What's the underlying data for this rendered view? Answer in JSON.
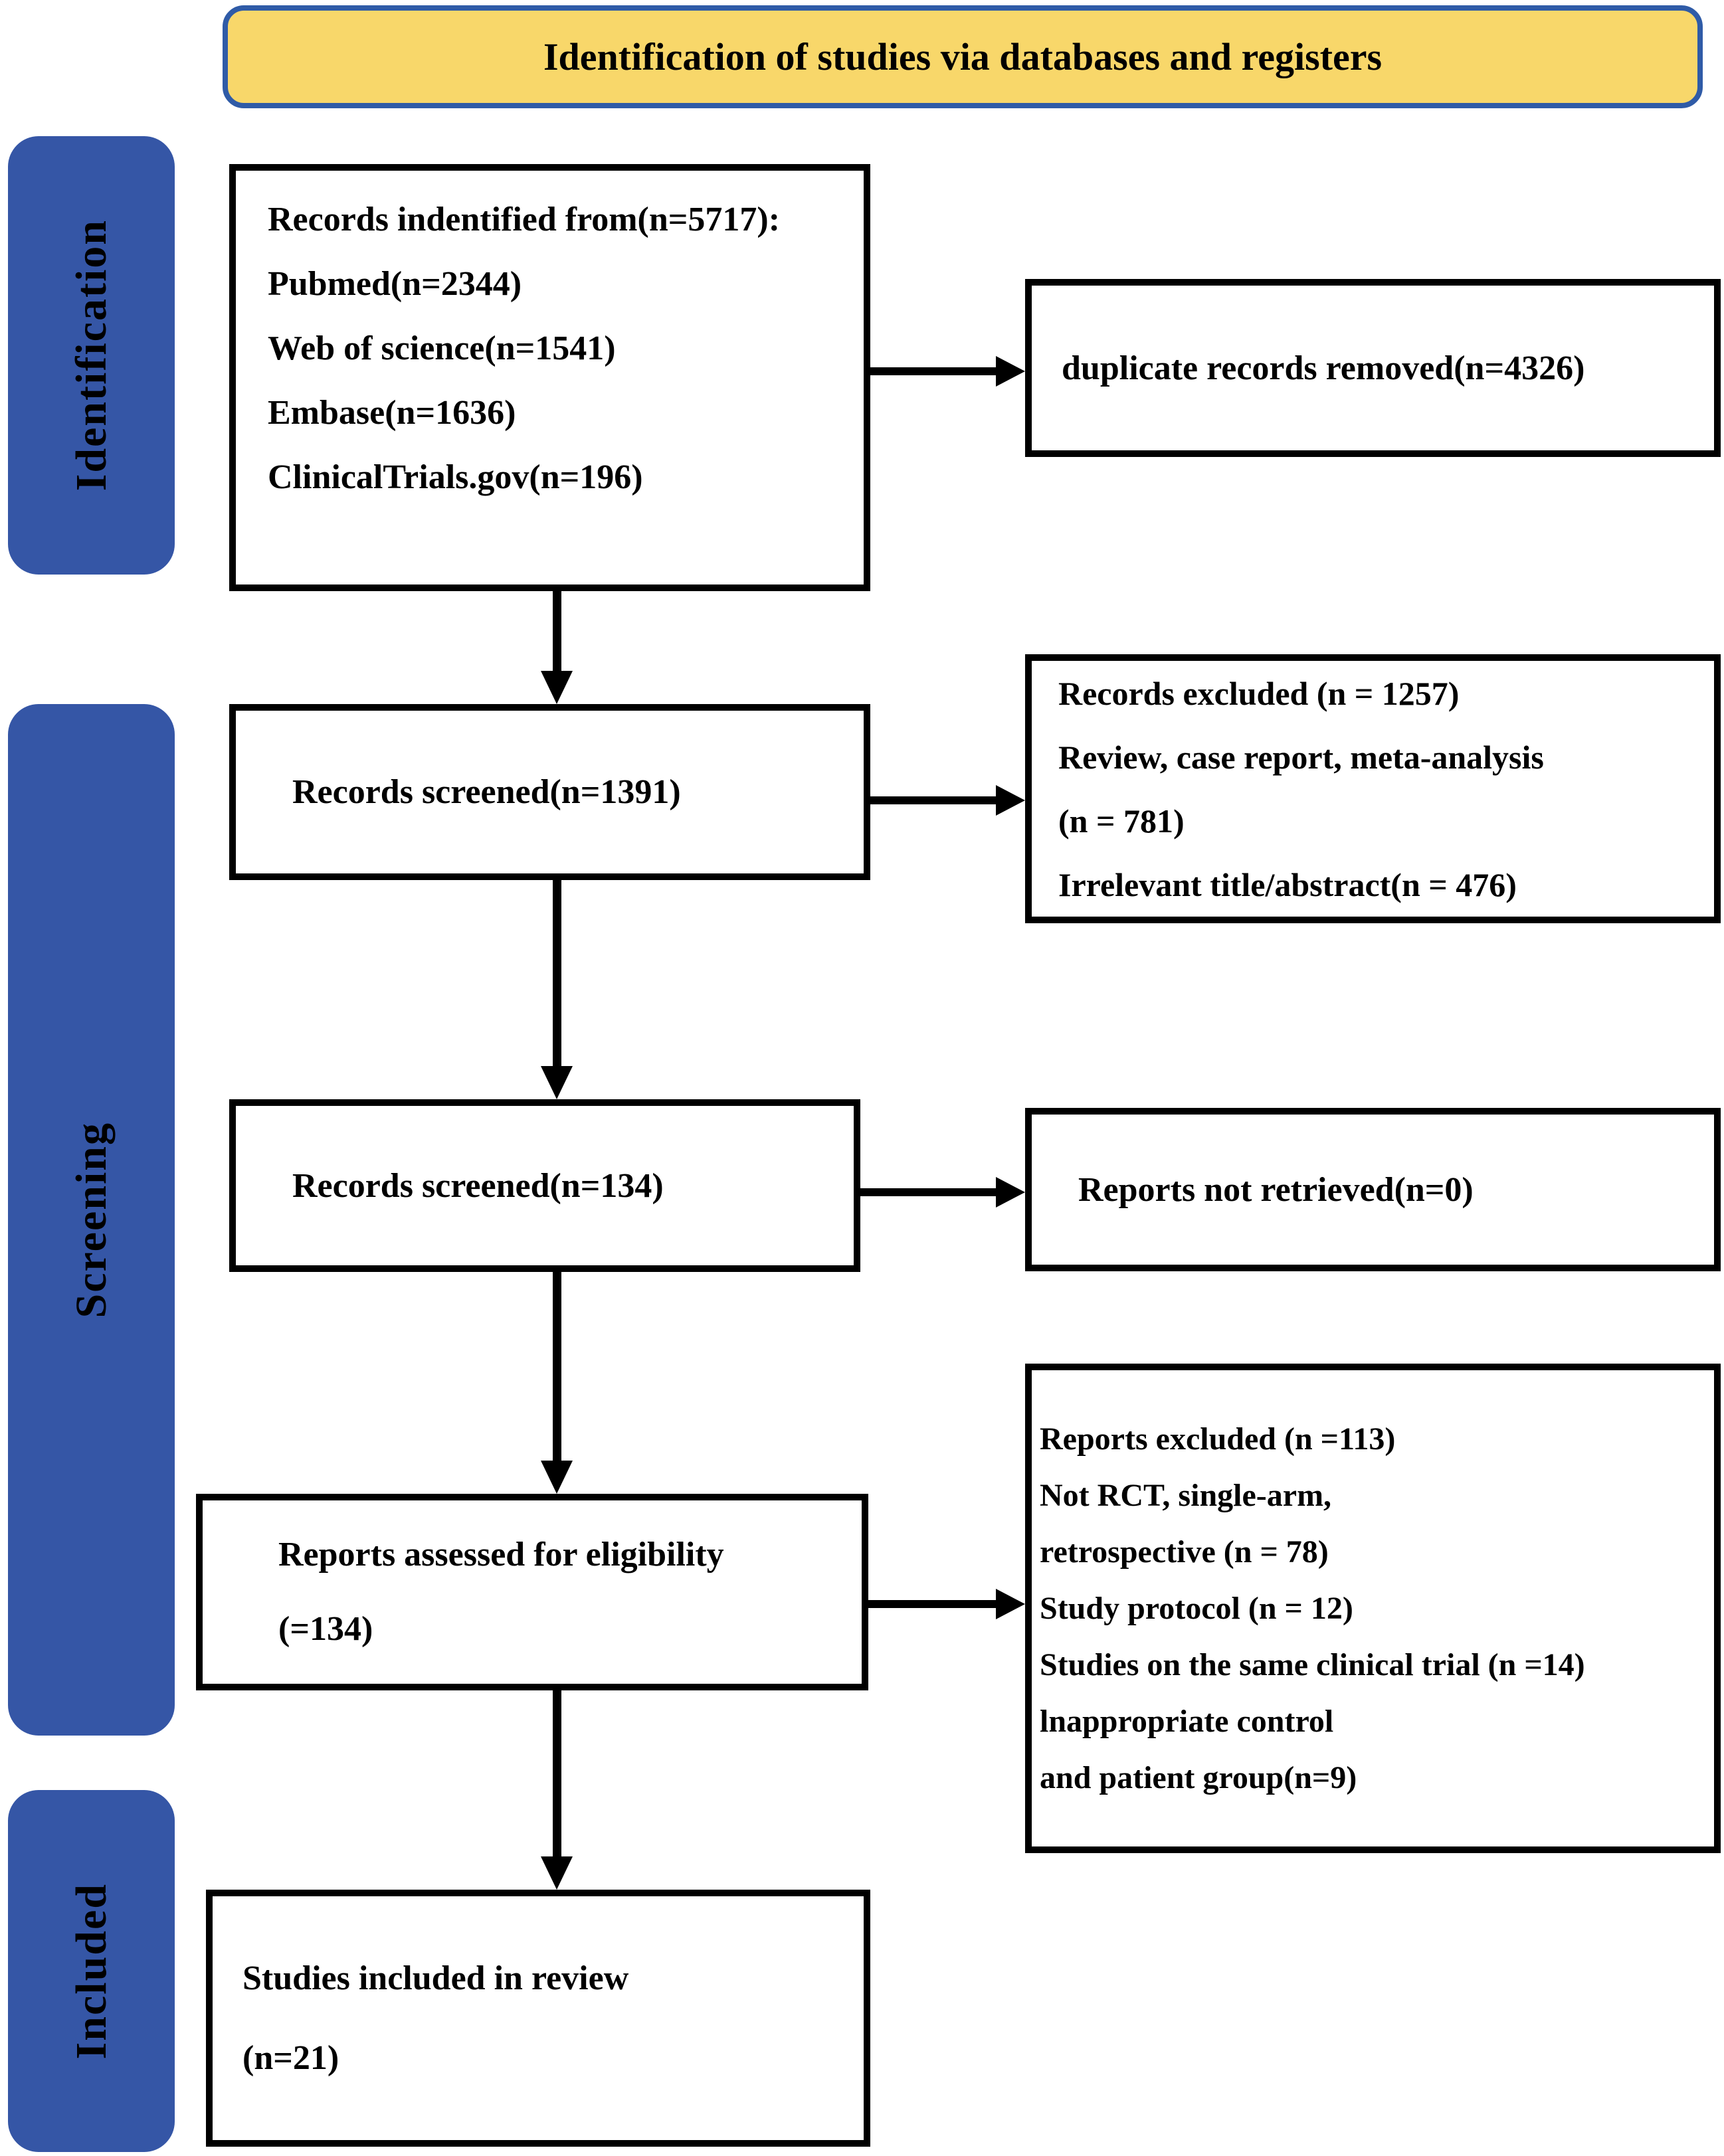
{
  "banner": {
    "title": "Identification of studies via databases and registers"
  },
  "stages": [
    {
      "label": "Identification"
    },
    {
      "label": "Screening"
    },
    {
      "label": "Included"
    }
  ],
  "colors": {
    "stage_bar_blue": "#3556A6",
    "banner_yellow": "#F8D76A",
    "banner_border_blue": "#2F5BA7",
    "box_border_black": "#000000"
  },
  "boxes": {
    "identified": {
      "lines": [
        "Records indentified from(n=5717):",
        "Pubmed(n=2344)",
        "Web of science(n=1541)",
        "Embase(n=1636)",
        "ClinicalTrials.gov(n=196)"
      ]
    },
    "duplicates_removed": {
      "lines": [
        "duplicate records removed(n=4326)"
      ]
    },
    "screened_1391": {
      "lines": [
        "Records screened(n=1391)"
      ]
    },
    "records_excluded": {
      "lines": [
        "Records excluded (n = 1257)",
        "Review, case report, meta-analysis",
        "(n = 781)",
        "Irrelevant title/abstract(n = 476)"
      ]
    },
    "screened_134": {
      "lines": [
        "Records screened(n=134)"
      ]
    },
    "reports_not_retrieved": {
      "lines": [
        "Reports not retrieved(n=0)"
      ]
    },
    "assessed_for_eligibility": {
      "lines": [
        "Reports assessed for eligibility",
        "(=134)"
      ]
    },
    "reports_excluded": {
      "lines": [
        "Reports excluded (n =113)",
        "Not RCT, single-arm,",
        "retrospective (n = 78)",
        "Study protocol (n = 12)",
        "Studies on the same clinical trial (n =14)",
        "lnappropriate control",
        "and patient group(n=9)"
      ]
    },
    "included_in_review": {
      "lines": [
        "Studies included in review",
        "(n=21)"
      ]
    }
  }
}
